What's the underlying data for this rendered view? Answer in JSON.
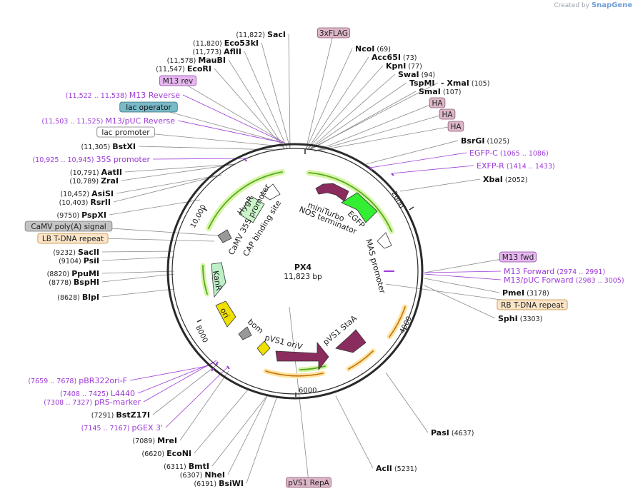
{
  "attribution": {
    "prefix": "Created by",
    "brand": "SnapGene"
  },
  "plasmid": {
    "name": "PX4",
    "size_label": "11,823 bp",
    "length": 11823
  },
  "ticks": [
    "2000",
    "4000",
    "6000",
    "8000",
    "10,000"
  ],
  "colors": {
    "arrow_maroon": "#8b2c5e",
    "arrow_light_green": "#c9f5c9",
    "arrow_bright_green": "#33ee33",
    "kanr_fill": "#bdf0c6",
    "ori_yellow": "#f0e000",
    "primer_purple": "#9c3ad6",
    "rb_fill": "#fbe5c8",
    "feature_tag_pink": "#dcb6c8",
    "lac_operator": "#7ab9c7",
    "m13_tag": "#e6b6f0"
  },
  "features": [
    {
      "name": "miniTurbo",
      "label": "miniTurbo"
    },
    {
      "name": "nos-terminator",
      "label": "NOS terminator"
    },
    {
      "name": "egfp",
      "label": "EGFP"
    },
    {
      "name": "mas-promoter",
      "label": "MAS promoter"
    },
    {
      "name": "pvs1-staa",
      "label": "pVS1 StaA"
    },
    {
      "name": "pvs1-oriv",
      "label": "pVS1 oriV"
    },
    {
      "name": "bom",
      "label": "bom"
    },
    {
      "name": "ori",
      "label": "ori"
    },
    {
      "name": "kanr",
      "label": "KanR"
    },
    {
      "name": "camv-35s-promoter",
      "label": "CaMV 35S promoter"
    },
    {
      "name": "cap-binding-site",
      "label": "CAP binding site"
    },
    {
      "name": "hygr",
      "label": "HygR"
    }
  ],
  "labels": [
    {
      "name": "saci",
      "type": "site",
      "text": "SacI",
      "pos": "(11,822)"
    },
    {
      "name": "eco53ki",
      "type": "site",
      "text": "Eco53kI",
      "pos": "(11,820)"
    },
    {
      "name": "aflii",
      "type": "site",
      "text": "AflII",
      "pos": "(11,773)"
    },
    {
      "name": "maubi",
      "type": "site",
      "text": "MauBI",
      "pos": "(11,578)"
    },
    {
      "name": "ecori",
      "type": "site",
      "text": "EcoRI",
      "pos": "(11,547)"
    },
    {
      "name": "m13-rev-tag",
      "type": "tag",
      "text": "M13 rev",
      "style": "m13"
    },
    {
      "name": "m13-reverse",
      "type": "primer",
      "text": "M13 Reverse",
      "pos": "(11,522 .. 11,538)"
    },
    {
      "name": "lac-operator-tag",
      "type": "tag",
      "text": "lac operator",
      "style": "lacop"
    },
    {
      "name": "m13-puc-reverse",
      "type": "primer",
      "text": "M13/pUC Reverse",
      "pos": "(11,503 .. 11,525)"
    },
    {
      "name": "lac-promoter-tag",
      "type": "tag",
      "text": "lac promoter",
      "style": "white"
    },
    {
      "name": "bstxi",
      "type": "site",
      "text": "BstXI",
      "pos": "(11,305)"
    },
    {
      "name": "35s-promoter-primer",
      "type": "primer",
      "text": "35S promoter",
      "pos": "(10,925 .. 10,945)"
    },
    {
      "name": "aatii",
      "type": "site",
      "text": "AatII",
      "pos": "(10,791)"
    },
    {
      "name": "zrai",
      "type": "site",
      "text": "ZraI",
      "pos": "(10,789)"
    },
    {
      "name": "asisi",
      "type": "site",
      "text": "AsiSI",
      "pos": "(10,452)"
    },
    {
      "name": "rsrii",
      "type": "site",
      "text": "RsrII",
      "pos": "(10,403)"
    },
    {
      "name": "pspxi",
      "type": "site",
      "text": "PspXI",
      "pos": "(9750)"
    },
    {
      "name": "camv-polya-tag",
      "type": "tag",
      "text": "CaMV poly(A) signal",
      "style": "gray"
    },
    {
      "name": "lb-tdna-repeat-tag",
      "type": "tag",
      "text": "LB T-DNA repeat",
      "style": "orange"
    },
    {
      "name": "sacii",
      "type": "site",
      "text": "SacII",
      "pos": "(9232)"
    },
    {
      "name": "psii",
      "type": "site",
      "text": "PsiI",
      "pos": "(9104)"
    },
    {
      "name": "ppumi",
      "type": "site",
      "text": "PpuMI",
      "pos": "(8820)"
    },
    {
      "name": "bsphi",
      "type": "site",
      "text": "BspHI",
      "pos": "(8778)"
    },
    {
      "name": "blpi",
      "type": "site",
      "text": "BlpI",
      "pos": "(8628)"
    },
    {
      "name": "pbr322ori-f",
      "type": "primer",
      "text": "pBR322ori-F",
      "pos": "(7659 .. 7678)"
    },
    {
      "name": "l4440",
      "type": "primer",
      "text": "L4440",
      "pos": "(7408 .. 7425)"
    },
    {
      "name": "prs-marker",
      "type": "primer",
      "text": "pRS-marker",
      "pos": "(7308 .. 7327)"
    },
    {
      "name": "bstz17i",
      "type": "site",
      "text": "BstZ17I",
      "pos": "(7291)"
    },
    {
      "name": "pgex-3",
      "type": "primer",
      "text": "pGEX 3'",
      "pos": "(7145 .. 7167)"
    },
    {
      "name": "mrei",
      "type": "site",
      "text": "MreI",
      "pos": "(7089)"
    },
    {
      "name": "econi",
      "type": "site",
      "text": "EcoNI",
      "pos": "(6620)"
    },
    {
      "name": "bmti",
      "type": "site",
      "text": "BmtI",
      "pos": "(6311)"
    },
    {
      "name": "nhei",
      "type": "site",
      "text": "NheI",
      "pos": "(6307)"
    },
    {
      "name": "bsiwi",
      "type": "site",
      "text": "BsiWI",
      "pos": "(6191)"
    },
    {
      "name": "pvs1-repa-tag",
      "type": "tag",
      "text": "pVS1 RepA",
      "style": "pink"
    },
    {
      "name": "3xflag-tag",
      "type": "tag",
      "text": "3xFLAG",
      "style": "pink"
    },
    {
      "name": "ncoi",
      "type": "site",
      "text": "NcoI",
      "pos": "(69)"
    },
    {
      "name": "acc65i",
      "type": "site",
      "text": "Acc65I",
      "pos": "(73)"
    },
    {
      "name": "kpni",
      "type": "site",
      "text": "KpnI",
      "pos": "(77)"
    },
    {
      "name": "swai",
      "type": "site",
      "text": "SwaI",
      "pos": "(94)"
    },
    {
      "name": "tspmi",
      "type": "site",
      "text": "TspMI",
      "pos": ""
    },
    {
      "name": "xmai",
      "type": "site",
      "text": "- XmaI",
      "pos": "(105)"
    },
    {
      "name": "smai",
      "type": "site",
      "text": "SmaI",
      "pos": "(107)"
    },
    {
      "name": "ha-tag-1",
      "type": "tag",
      "text": "HA",
      "style": "pink"
    },
    {
      "name": "ha-tag-2",
      "type": "tag",
      "text": "HA",
      "style": "pink"
    },
    {
      "name": "ha-tag-3",
      "type": "tag",
      "text": "HA",
      "style": "pink"
    },
    {
      "name": "bsrgi",
      "type": "site",
      "text": "BsrGI",
      "pos": "(1025)"
    },
    {
      "name": "egfp-c",
      "type": "primer",
      "text": "EGFP-C",
      "pos": "(1065 .. 1086)"
    },
    {
      "name": "exfp-r",
      "type": "primer",
      "text": "EXFP-R",
      "pos": "(1414 .. 1433)"
    },
    {
      "name": "xbai",
      "type": "site",
      "text": "XbaI",
      "pos": "(2052)"
    },
    {
      "name": "m13-fwd-tag",
      "type": "tag",
      "text": "M13 fwd",
      "style": "m13"
    },
    {
      "name": "m13-forward",
      "type": "primer",
      "text": "M13 Forward",
      "pos": "(2974 .. 2991)"
    },
    {
      "name": "m13-puc-forward",
      "type": "primer",
      "text": "M13/pUC Forward",
      "pos": "(2983 .. 3005)"
    },
    {
      "name": "pmei",
      "type": "site",
      "text": "PmeI",
      "pos": "(3178)"
    },
    {
      "name": "rb-tdna-repeat-tag",
      "type": "tag",
      "text": "RB T-DNA repeat",
      "style": "orange"
    },
    {
      "name": "sphi",
      "type": "site",
      "text": "SphI",
      "pos": "(3303)"
    },
    {
      "name": "pasi",
      "type": "site",
      "text": "PasI",
      "pos": "(4637)"
    },
    {
      "name": "acli",
      "type": "site",
      "text": "AclI",
      "pos": "(5231)"
    }
  ]
}
